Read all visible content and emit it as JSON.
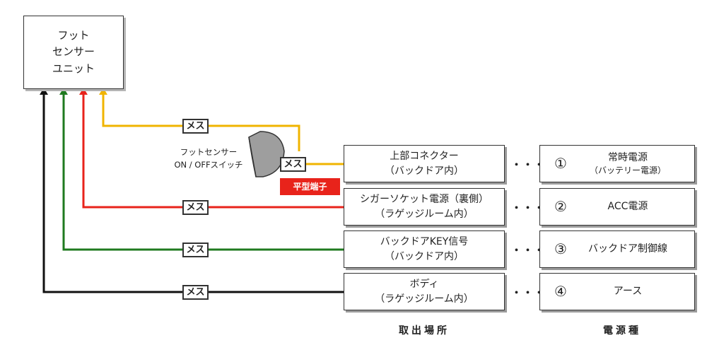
{
  "foot_sensor_unit": [
    "フット",
    "センサー",
    "ユニット"
  ],
  "switch_label": [
    "フットセンサー",
    "ON / OFFスイッチ"
  ],
  "flat_terminal": "平型端子",
  "female_label": "メス",
  "dots": "・・・",
  "locations": [
    {
      "line1": "上部コネクター",
      "line2": "（バックドア内）"
    },
    {
      "line1": "シガーソケット電源（裏側）",
      "line2": "（ラゲッジルーム内）"
    },
    {
      "line1": "バックドアKEY信号",
      "line2": "（バックドア内）"
    },
    {
      "line1": "ボディ",
      "line2": "（ラゲッジルーム内）"
    }
  ],
  "power_types": [
    {
      "num": "①",
      "name": "常時電源",
      "sub": "（バッテリー電源）"
    },
    {
      "num": "②",
      "name": "ACC電源",
      "sub": ""
    },
    {
      "num": "③",
      "name": "バックドア制御線",
      "sub": ""
    },
    {
      "num": "④",
      "name": "アース",
      "sub": ""
    }
  ],
  "column_headers": {
    "location": "取出場所",
    "power": "電源種"
  },
  "colors": {
    "yellow": "#f0b400",
    "red": "#e8231b",
    "green": "#1f7a1f",
    "black": "#111111",
    "switch": "#9e9e9e"
  }
}
